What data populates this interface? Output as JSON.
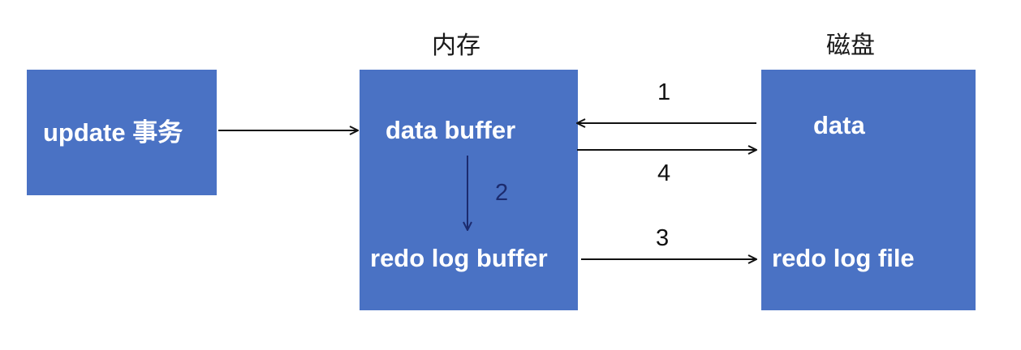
{
  "headings": {
    "memory": "内存",
    "disk": "磁盘"
  },
  "boxes": {
    "transaction": {
      "label": "update 事务"
    },
    "memory": {
      "data_buffer": "data buffer",
      "redo_log_buffer": "redo log buffer"
    },
    "disk": {
      "data": "data",
      "redo_log_file": "redo log file"
    }
  },
  "steps": {
    "step1": "1",
    "step2": "2",
    "step3": "3",
    "step4": "4"
  },
  "colors": {
    "box_fill": "#4a72c4",
    "box_text": "#ffffff",
    "arrow": "#111111"
  }
}
